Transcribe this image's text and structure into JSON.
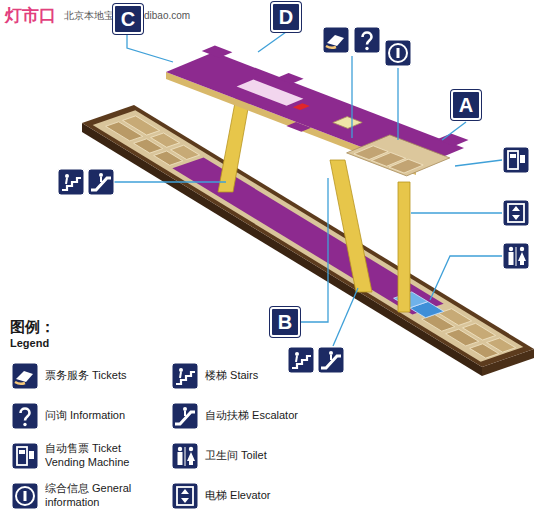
{
  "diagram": {
    "title": "灯市口",
    "nodes": [
      {
        "text": [
          "C"
        ]
      },
      {
        "text": [
          "D"
        ]
      },
      {
        "text": [
          "A"
        ]
      },
      {
        "text": [
          "B"
        ]
      }
    ],
    "labels": [
      "北京本地宝 bj.bendibao.com",
      "图例：",
      "Legend"
    ],
    "legend": [
      {
        "text": "票务服务 Tickets"
      },
      {
        "text": "问询 Information"
      },
      {
        "text": "自动售票 Ticket Vending Machine"
      },
      {
        "text": "综合信息 General information"
      },
      {
        "text": "楼梯 Stairs"
      },
      {
        "text": "自动扶梯 Escalator"
      },
      {
        "text": "卫生间 Toilet"
      },
      {
        "text": "电梯 Elevator"
      }
    ]
  }
}
